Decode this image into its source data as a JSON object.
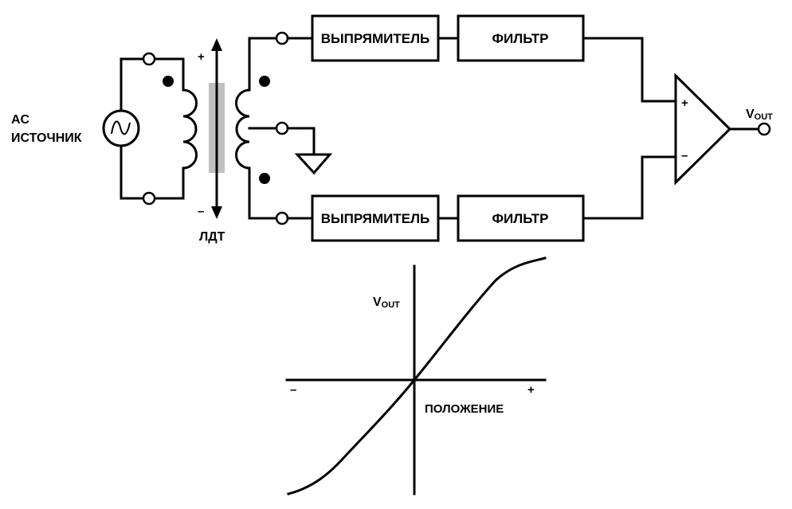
{
  "source": {
    "label_line1": "AC",
    "label_line2": "ИСТОЧНИК"
  },
  "transformer": {
    "label": "ЛДТ",
    "plus": "+",
    "minus": "–"
  },
  "blocks": {
    "rectifier_top": "ВЫПРЯМИТЕЛЬ",
    "filter_top": "ФИЛЬТР",
    "rectifier_bottom": "ВЫПРЯМИТЕЛЬ",
    "filter_bottom": "ФИЛЬТР"
  },
  "opamp": {
    "plus": "+",
    "minus": "–"
  },
  "output": {
    "v": "V",
    "sub": "OUT"
  },
  "graph": {
    "ylabel_v": "V",
    "ylabel_sub": "OUT",
    "xlabel": "ПОЛОЖЕНИЕ",
    "neg": "–",
    "pos": "+"
  },
  "colors": {
    "core": "#c0c0c0",
    "line": "#000000"
  }
}
